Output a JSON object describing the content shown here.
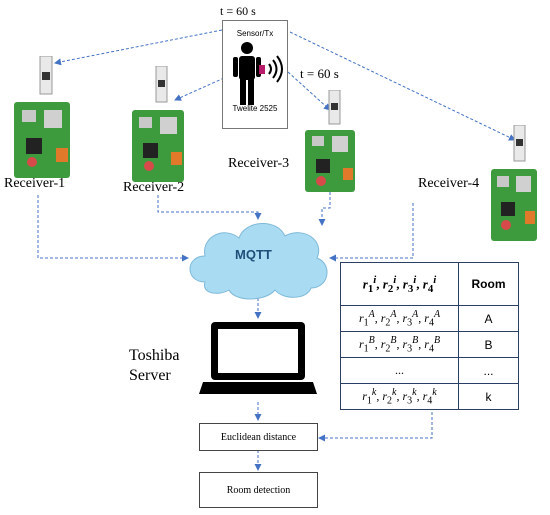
{
  "labels": {
    "t_top": "t = 60 s",
    "t_right": "t = 60 s",
    "sensor_title": "Sensor/Tx",
    "sensor_model": "Twelite 2525",
    "receiver_1": "Receiver-1",
    "receiver_2": "Receiver-2",
    "receiver_3": "Receiver-3",
    "receiver_4": "Receiver-4",
    "mqtt": "MQTT",
    "server_line1": "Toshiba",
    "server_line2": "Server",
    "euclidean": "Euclidean distance",
    "room_detection": "Room detection"
  },
  "table": {
    "header_fp": "r1i, r2i, r3i, r4i",
    "header_room": "Room",
    "rows": [
      {
        "sup": "A",
        "room": "A"
      },
      {
        "sup": "B",
        "room": "B"
      },
      {
        "sup": "",
        "room": "..."
      },
      {
        "sup": "k",
        "room": "k"
      }
    ],
    "dots": "..."
  },
  "colors": {
    "arrow": "#4472c4",
    "cloud": "#a9dcf2",
    "mqtt_text": "#1f4e79",
    "table_border": "#2b3f66"
  }
}
